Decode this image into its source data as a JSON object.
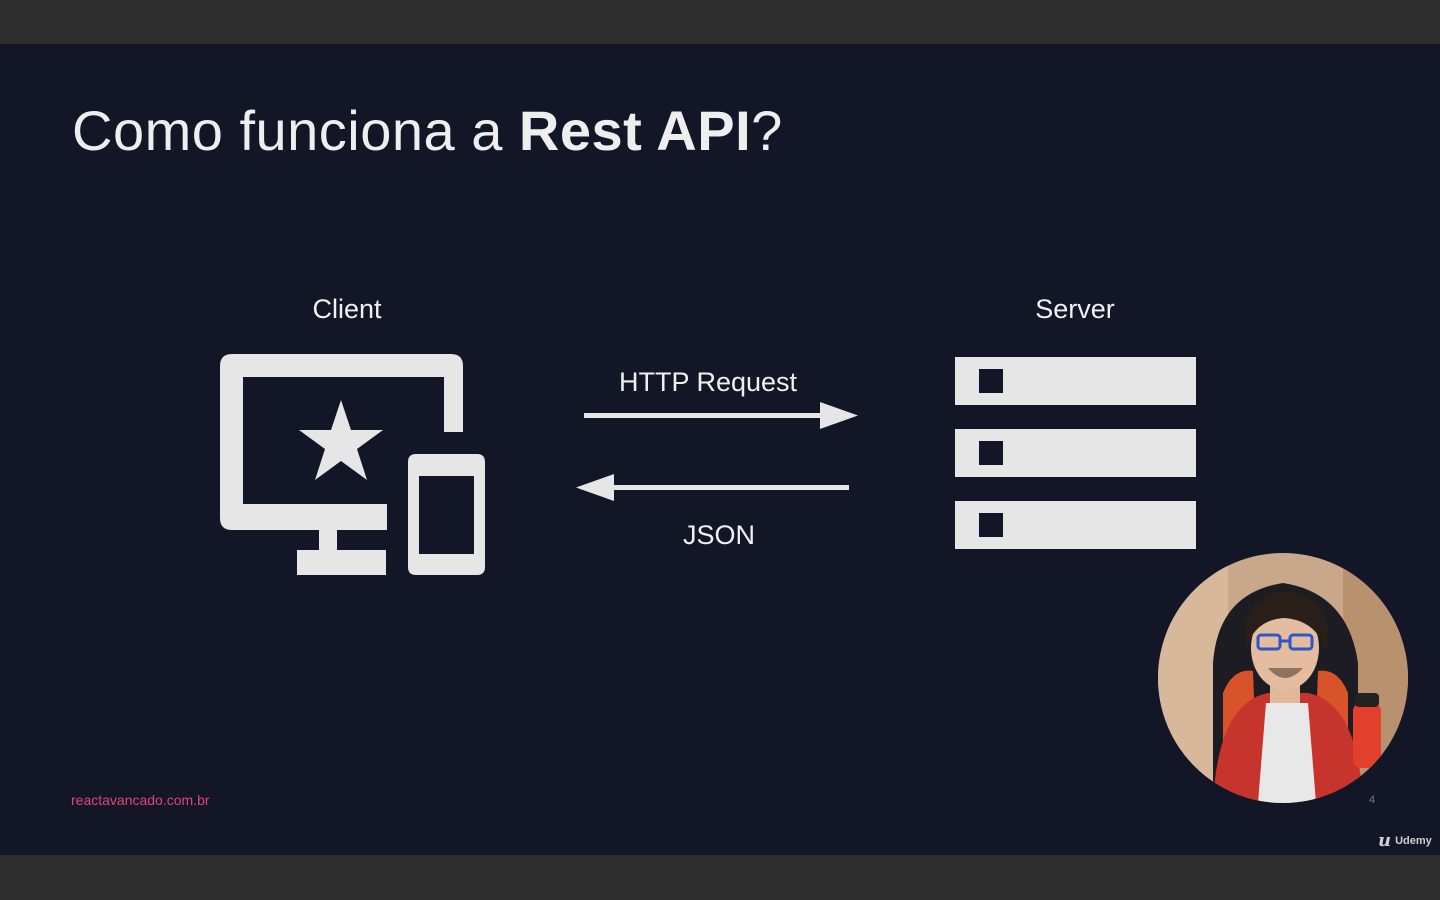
{
  "slide": {
    "title_regular": "Como funciona a ",
    "title_bold": "Rest API",
    "title_end": "?",
    "client_label": "Client",
    "server_label": "Server",
    "request_label": "HTTP Request",
    "response_label": "JSON",
    "footer_url": "reactavancado.com.br",
    "page_number": "4"
  },
  "branding": {
    "watermark": "Udemy"
  },
  "colors": {
    "slide_background": "#131626",
    "accent_pink": "#e0457b",
    "icon_fill": "#e6e6e6",
    "frame_bar": "#2e2e2e"
  },
  "icons": [
    "desktop-mobile-star-icon",
    "arrow-right-icon",
    "arrow-left-icon",
    "server-rack-icon"
  ]
}
